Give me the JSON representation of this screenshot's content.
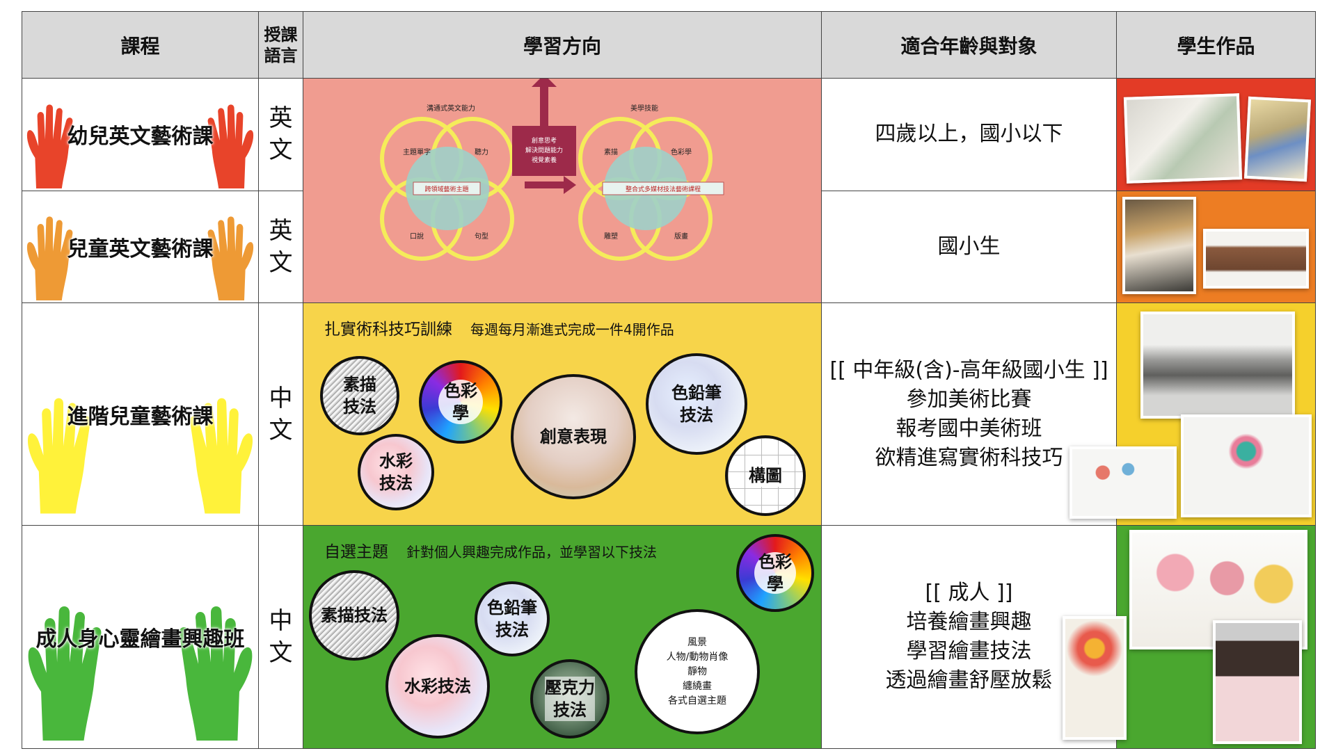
{
  "header": {
    "course": "課程",
    "lang_line1": "授課",
    "lang_line2": "語言",
    "direction": "學習方向",
    "target": "適合年齡與對象",
    "works": "學生作品"
  },
  "rows": [
    {
      "name": "幼兒英文藝術課",
      "lang1": "英",
      "lang2": "文",
      "hand_color": "#e8442a",
      "target": [
        "四歲以上，國小以下"
      ],
      "works_bg": "#e33b26"
    },
    {
      "name": "兒童英文藝術課",
      "lang1": "英",
      "lang2": "文",
      "hand_color": "#ee9a35",
      "target": [
        "國小生"
      ],
      "works_bg": "#ed7d23"
    },
    {
      "name": "進階兒童藝術課",
      "lang1": "中",
      "lang2": "文",
      "hand_color": "#fff23a",
      "target": [
        "[[ 中年級(含)-高年級國小生 ]]",
        "參加美術比賽",
        "報考國中美術班",
        "欲精進寫實術科技巧"
      ],
      "works_bg": "#f5d02c"
    },
    {
      "name": "成人身心靈繪畫興趣班",
      "lang1": "中",
      "lang2": "文",
      "hand_color": "#49b73c",
      "target": [
        "[[ 成人 ]]",
        "培養繪畫興趣",
        "學習繪畫技法",
        "透過繪畫舒壓放鬆"
      ],
      "works_bg": "#4aa72f"
    }
  ],
  "english_diagram": {
    "bg": "#f09c90",
    "left_label": "溝通式英文能力",
    "right_label": "美學技能",
    "left_tl": "主題單字",
    "left_tr": "聽力",
    "left_bl": "口說",
    "left_br": "句型",
    "left_center": "跨領域藝術主題",
    "right_tl": "素描",
    "right_tr": "色彩學",
    "right_bl": "雕塑",
    "right_br": "版畫",
    "right_center": "整合式多媒材技法藝術課程",
    "box_line1": "創意思考",
    "box_line2": "解決問題能力",
    "box_line3": "視覺素養"
  },
  "advanced": {
    "bg": "#f7d44a",
    "heading": "扎實術科技巧訓練",
    "sub": "每週每月漸進式完成一件4開作品",
    "sketch": [
      "素描",
      "技法"
    ],
    "color": "色彩學",
    "watercolor": [
      "水彩",
      "技法"
    ],
    "creative": "創意表現",
    "colored_pencil": [
      "色鉛筆",
      "技法"
    ],
    "composition": "構圖"
  },
  "adult": {
    "bg": "#4aa72f",
    "heading": "自選主題",
    "sub": "針對個人興趣完成作品，並學習以下技法",
    "color": "色彩學",
    "sketch": "素描技法",
    "colored_pencil": [
      "色鉛筆",
      "技法"
    ],
    "watercolor": "水彩技法",
    "acrylic": [
      "壓克力",
      "技法"
    ],
    "topics": [
      "風景",
      "人物/動物肖像",
      "靜物",
      "纏繞畫",
      "各式自選主題"
    ]
  }
}
